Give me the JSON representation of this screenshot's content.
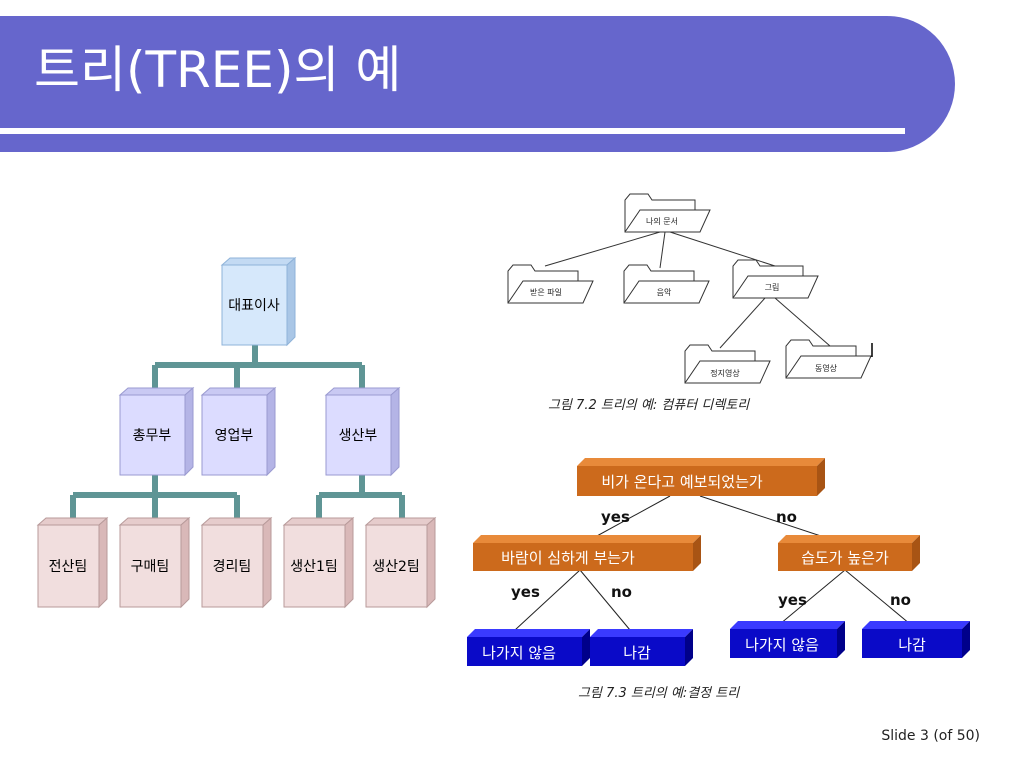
{
  "slide": {
    "title": "트리(TREE)의 예",
    "slide_number": "Slide  3 (of  50)"
  },
  "org_chart": {
    "root": "대표이사",
    "departments": [
      "총무부",
      "영업부",
      "생산부"
    ],
    "teams": [
      "전산팀",
      "구매팀",
      "경리팀",
      "생산1팀",
      "생산2팀"
    ],
    "colors": {
      "root": "#d6e8fb",
      "dept": "#dcdcff",
      "team": "#f1dede",
      "connector": "#5f9595"
    }
  },
  "directory_tree": {
    "root": "나의 문서",
    "children": [
      "받은 파일",
      "음악",
      "그림"
    ],
    "grandchildren": [
      "정지영상",
      "동영상"
    ],
    "caption": "그림 7.2 트리의 예: 컴퓨터 디렉토리"
  },
  "decision_tree": {
    "root": "비가 온다고 예보되었는가",
    "level1": [
      "바람이 심하게 부는가",
      "습도가 높은가"
    ],
    "leaves": [
      "나가지 않음",
      "나감",
      "나가지 않음",
      "나감"
    ],
    "edge_labels": {
      "yes": "yes",
      "no": "no"
    },
    "caption": "그림 7.3 트리의 예:결정 트리",
    "colors": {
      "decision": "#cc6a1c",
      "leaf": "#0a0ac8"
    }
  }
}
